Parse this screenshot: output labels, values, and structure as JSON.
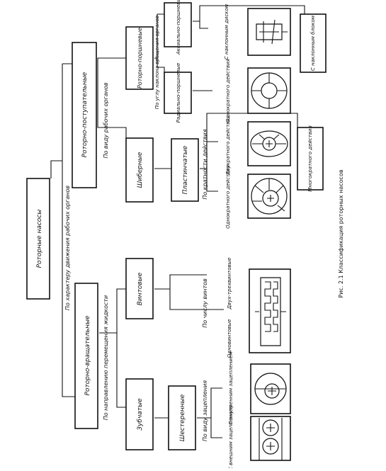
{
  "figure_caption": "Рис. 2.1   Классификация роторных насосов",
  "root": "Роторные насосы",
  "criteria": {
    "working_motion": "По характеру движения рабочих органов",
    "fluid_direction": "По направлению перемещения жидкости",
    "working_type": "По виду рабочих органов",
    "gear_meshing": "По виду зацепления",
    "screw_count": "По числу винтов",
    "action_multiplicity": "По кратности действия",
    "closing_angle": "По углу наклона вращения органов"
  },
  "branches": {
    "rotary_rotational": "Роторно-вращательные",
    "rotary_translational": "Роторно-поступательные"
  },
  "groups": {
    "gear": "Зубчатые",
    "screw": "Винтовые",
    "vane": "Шиберные",
    "rotary_piston": "Роторно-поршневые"
  },
  "subgroups": {
    "gear_type": "Шестеренные",
    "plate": "Пластинчатые",
    "radial_piston": "Радиально-поршневые",
    "axial_piston": "Аксиально-поршневые"
  },
  "leaves": {
    "external": "С внешним зацеплением",
    "internal": "С внутренним зацеплением",
    "single_screw": "Одновинтовые",
    "double_triple": "Двух-трехвинтовые",
    "single_action": "Однократного действия",
    "double_action": "Двукратного действия",
    "multi_action": "Многократного действия",
    "radial_single": "Однократного действия",
    "tilted_disk": "С наклонным диском",
    "tilted_block": "С наклонным блоком"
  }
}
